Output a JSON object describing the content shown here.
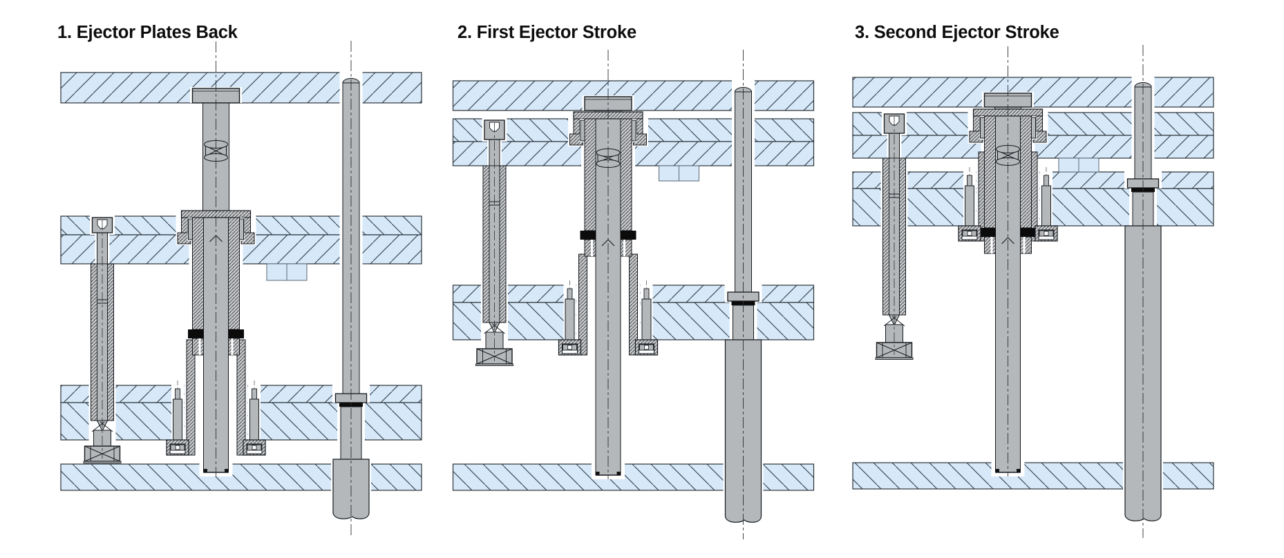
{
  "figure": {
    "description": "Two-stage ejector mold sequence diagram, three cross-section panels",
    "panels": [
      {
        "step": "1.",
        "label": "Ejector Plates Back",
        "title": "1. Ejector Plates Back"
      },
      {
        "step": "2.",
        "label": "First Ejector Stroke",
        "title": "2. First Ejector Stroke"
      },
      {
        "step": "3.",
        "label": "Second Ejector Stroke",
        "title": "3. Second Ejector Stroke"
      }
    ],
    "colors": {
      "background": "#ffffff",
      "title_color": "#0d0d0d",
      "plate_fill": "#d7e9f8",
      "plate_hatch": "#3a4754",
      "plate_edge": "#2a3138",
      "steel_fill": "#c7c9cb",
      "steel_hatch": "#47494d",
      "part_fill": "#b5b8ba",
      "outline": "#15191d",
      "band_black": "#0b0b0b",
      "centerline": "#2b2f33"
    }
  }
}
